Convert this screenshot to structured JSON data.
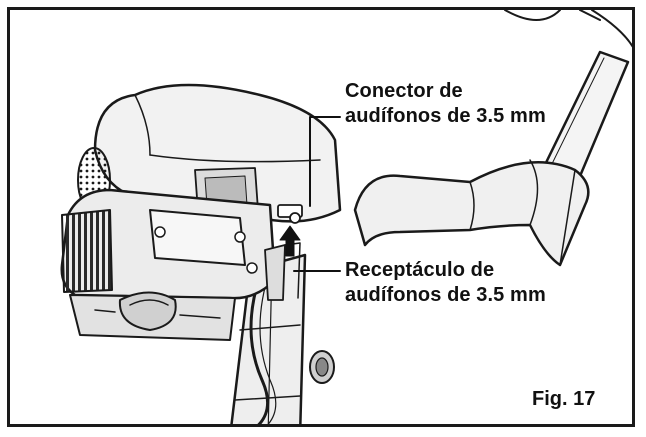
{
  "callouts": {
    "headphone_connector": {
      "line1": "Conector de",
      "line2": "audífonos de 3.5 mm"
    },
    "headphone_jack": {
      "line1": "Receptáculo de",
      "line2": "audífonos de 3.5 mm"
    }
  },
  "figure_label": "Fig. 17",
  "colors": {
    "line": "#1a1a1a",
    "fill_light": "#f2f2f2",
    "fill_mid": "#cfcfcf",
    "fill_dark": "#333333"
  }
}
